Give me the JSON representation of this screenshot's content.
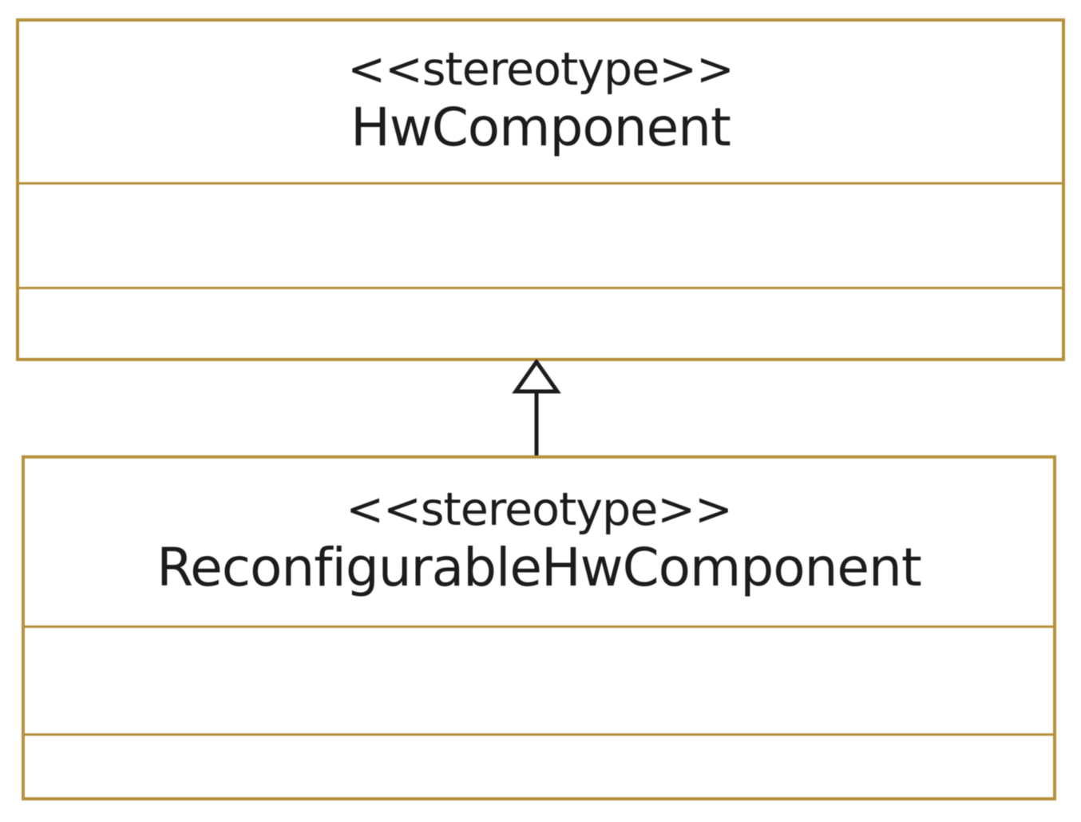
{
  "diagram": {
    "type": "uml-class-diagram",
    "classes": [
      {
        "stereotype": "<<stereotype>>",
        "name": "HwComponent",
        "attributes": [],
        "operations": []
      },
      {
        "stereotype": "<<stereotype>>",
        "name": "ReconfigurableHwComponent",
        "attributes": [],
        "operations": []
      }
    ],
    "relationships": [
      {
        "type": "generalization",
        "from": "ReconfigurableHwComponent",
        "to": "HwComponent",
        "arrow": "hollow-triangle-up"
      }
    ]
  },
  "colors": {
    "box_border": "#b6913c",
    "box_fill": "#ffffff",
    "text": "#1c1c1c",
    "arrow": "#1d1d1d",
    "arrow_head_fill": "#ffffff",
    "background": "#ffffff"
  }
}
